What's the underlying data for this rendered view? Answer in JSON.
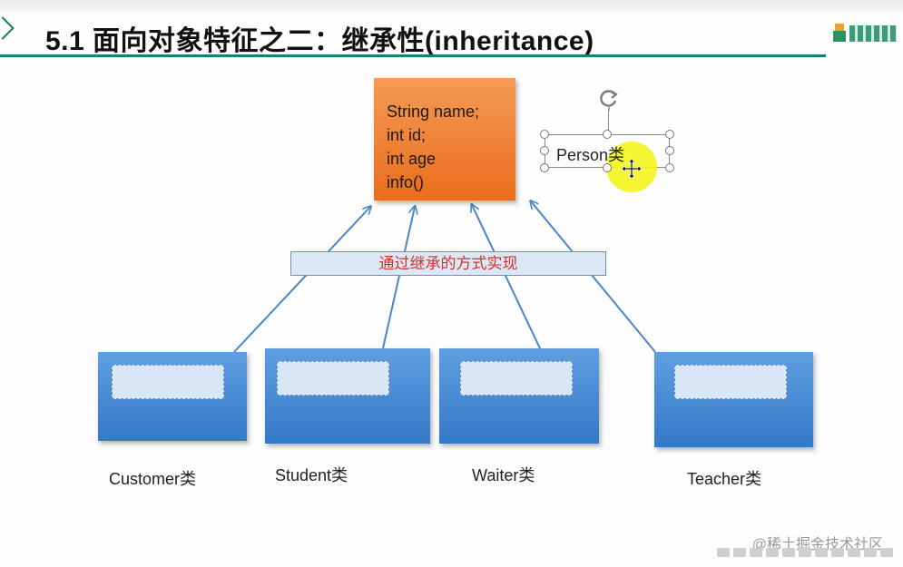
{
  "slide": {
    "title": "5.1  面向对象特征之二：继承性(inheritance)"
  },
  "person_box": {
    "fields": [
      "String name;",
      "int id;",
      "int age",
      "info()"
    ]
  },
  "person_label": "Person类",
  "banner_text": "通过继承的方式实现",
  "classes": [
    {
      "label": "Customer类"
    },
    {
      "label": "Student类"
    },
    {
      "label": "Waiter类"
    },
    {
      "label": "Teacher类"
    }
  ],
  "watermark": "@稀土掘金技术社区",
  "colors": {
    "title_line": "#17836a",
    "person_box": "#ea6d1b",
    "class_box": "#3479c8",
    "banner_text": "#d0342b",
    "arrow": "#4a86c8",
    "highlight": "#f4f41c"
  }
}
